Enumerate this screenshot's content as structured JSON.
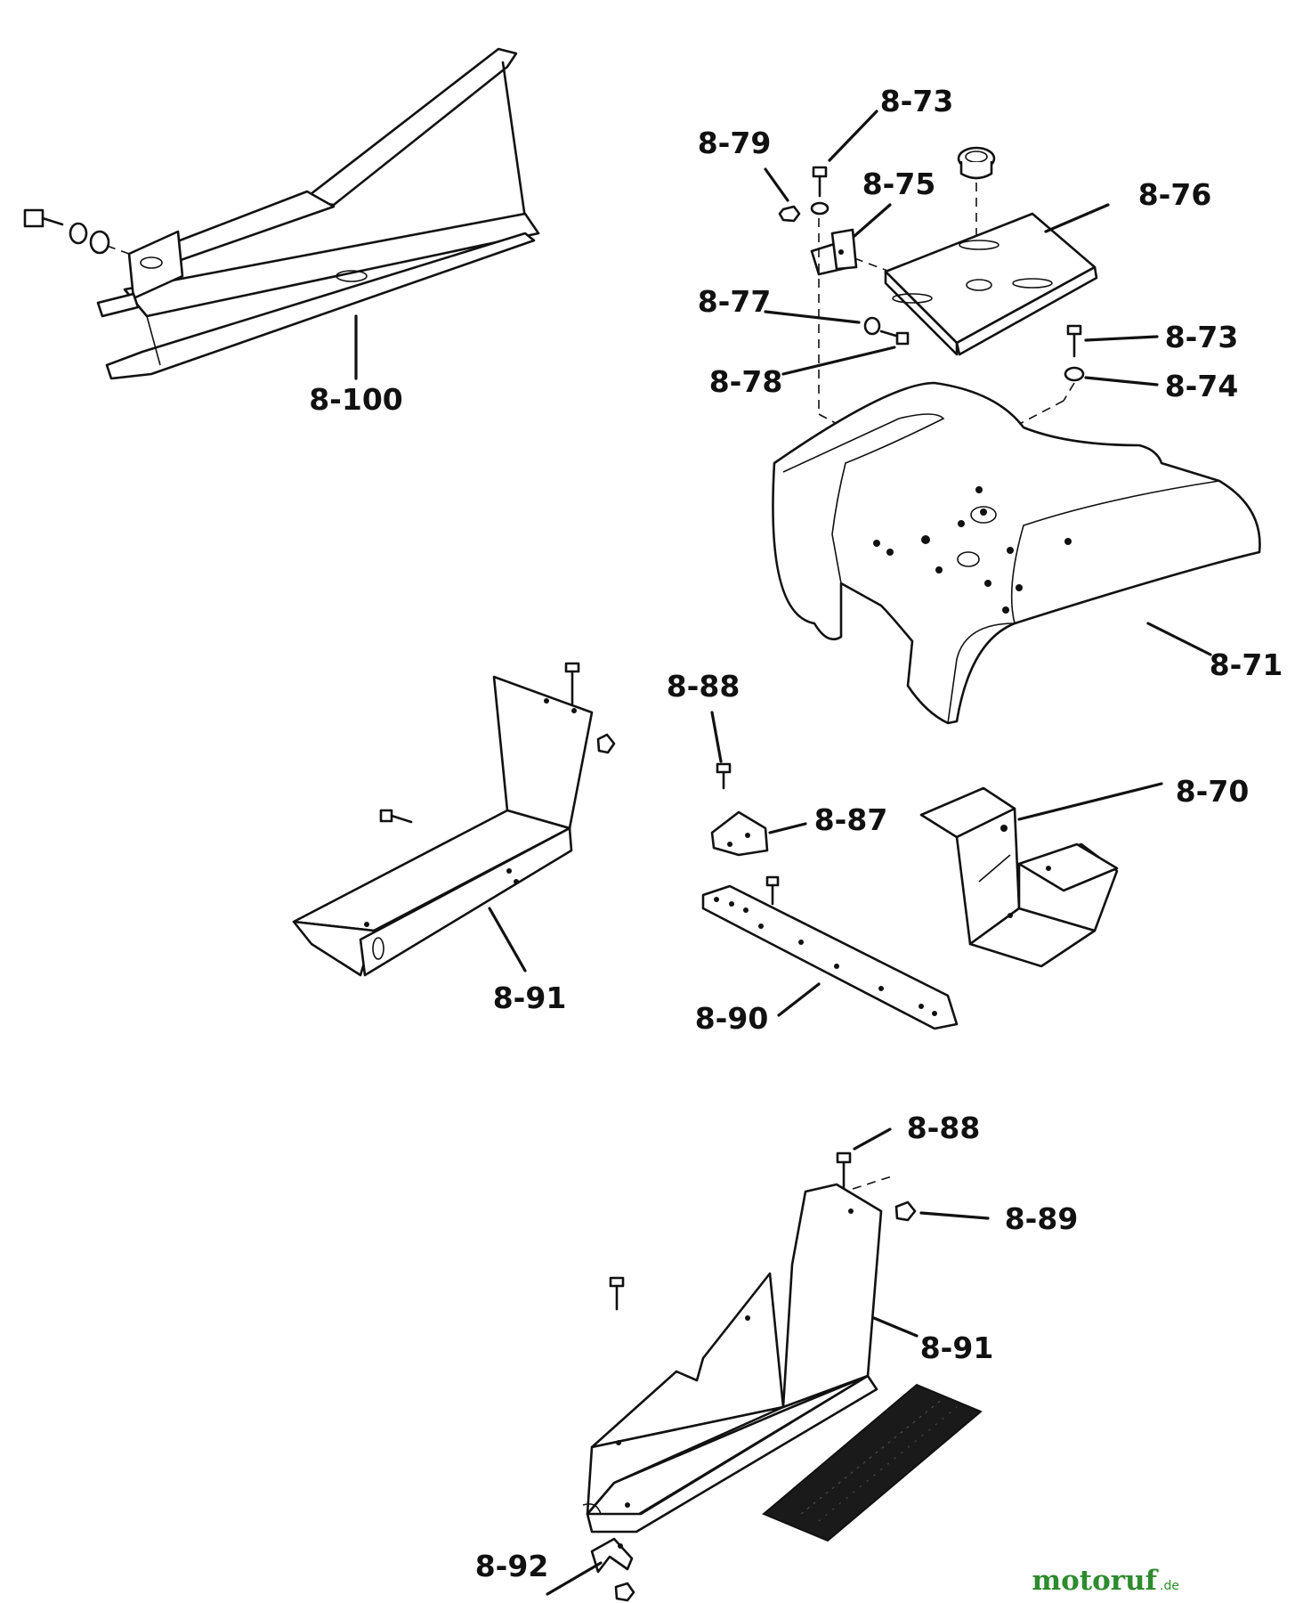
{
  "parts": {
    "p8_100": "8-100",
    "p8_73a": "8-73",
    "p8_79": "8-79",
    "p8_75": "8-75",
    "p8_76": "8-76",
    "p8_77": "8-77",
    "p8_78": "8-78",
    "p8_73b": "8-73",
    "p8_74": "8-74",
    "p8_71": "8-71",
    "p8_88a": "8-88",
    "p8_87": "8-87",
    "p8_70": "8-70",
    "p8_91a": "8-91",
    "p8_90": "8-90",
    "p8_88b": "8-88",
    "p8_89": "8-89",
    "p8_91b": "8-91",
    "p8_92": "8-92"
  },
  "watermark": {
    "brand": "motoruf",
    "suffix": ".de"
  }
}
